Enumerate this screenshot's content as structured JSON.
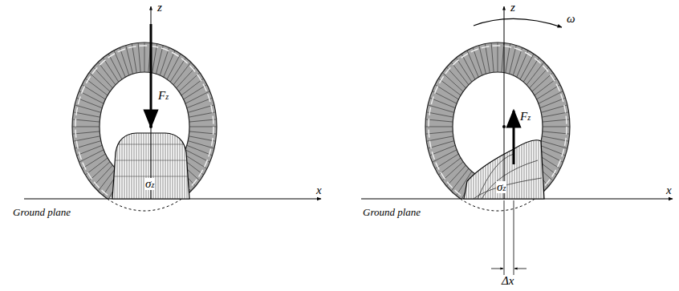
{
  "diagram": {
    "labels": [
      "z",
      "Fz",
      "σz",
      "x",
      "Ground plane",
      "z",
      "ω",
      "Fz",
      "σz",
      "x",
      "Ground plane",
      "Δx"
    ]
  }
}
